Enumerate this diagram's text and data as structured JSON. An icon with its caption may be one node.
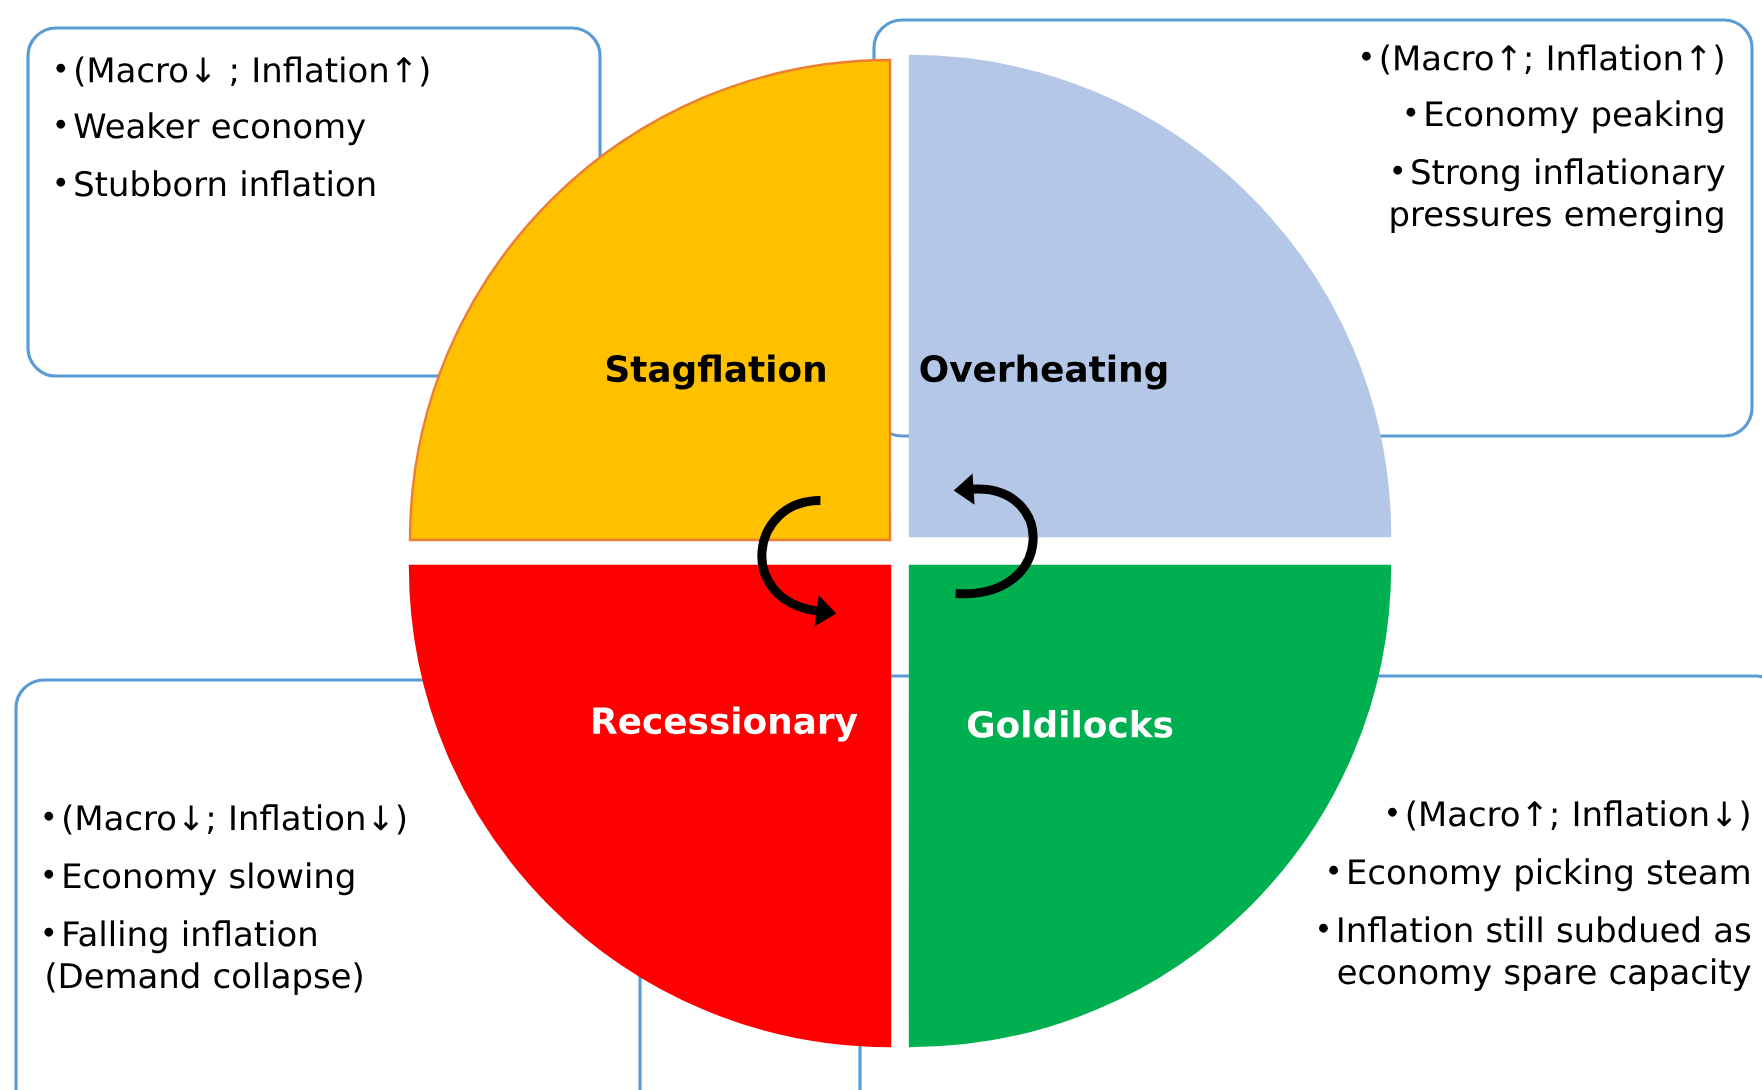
{
  "diagram": {
    "nodes": [
      {
        "text": [
          "(Macro↓ ; Inflation↑)",
          "Weaker economy",
          "Stubborn inflation"
        ]
      },
      {
        "text": [
          "(Macro↑; Inflation↑)",
          "Economy peaking",
          "Strong inflationary pressures emerging"
        ]
      },
      {
        "text": [
          "(Macro↓; Inflation↓)",
          "Economy slowing",
          "Falling inflation (Demand collapse)"
        ]
      },
      {
        "text": [
          "(Macro↑; Inflation↓)",
          "Economy picking steam",
          "Inflation still subdued as economy spare capacity"
        ]
      },
      {
        "text": [
          "Stagflation"
        ]
      },
      {
        "text": [
          "Overheating"
        ]
      },
      {
        "text": [
          "Recessionary"
        ]
      },
      {
        "text": [
          "Goldilocks"
        ]
      }
    ],
    "edges": [
      {
        "from": 4,
        "to": 6,
        "arrow": "to"
      },
      {
        "from": 7,
        "to": 5,
        "arrow": "to"
      }
    ]
  }
}
